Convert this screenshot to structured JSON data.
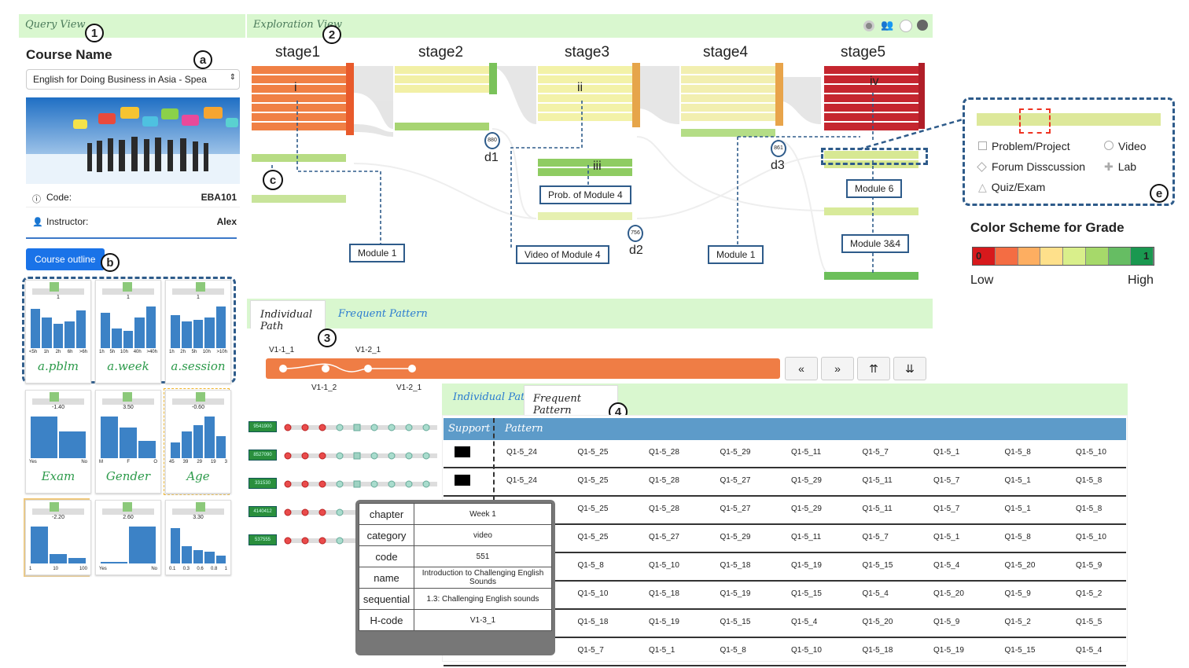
{
  "markers": {
    "n1": "1",
    "n2": "2",
    "n3": "3",
    "n4": "4",
    "a": "a",
    "b": "b",
    "c": "c",
    "e": "e"
  },
  "query_view": {
    "title": "Query View",
    "course_name_label": "Course Name",
    "course_select": "English for Doing Business in Asia - Spea",
    "code_label": "Code:",
    "code_value": "EBA101",
    "instructor_label": "Instructor:",
    "instructor_value": "Alex",
    "outline_button": "Course outline",
    "tiles": [
      {
        "name": "a.pblm",
        "value": "1",
        "ticks": [
          "<5h",
          "1h",
          "2h",
          "6h",
          ">6h"
        ],
        "bars": [
          0.9,
          0.7,
          0.55,
          0.6,
          0.85
        ]
      },
      {
        "name": "a.week",
        "value": "1",
        "ticks": [
          "1h",
          "5h",
          "10h",
          "40h",
          ">40h"
        ],
        "bars": [
          0.8,
          0.45,
          0.4,
          0.7,
          0.95
        ]
      },
      {
        "name": "a.session",
        "value": "1",
        "ticks": [
          "1h",
          "2h",
          "5h",
          "10h",
          ">10h"
        ],
        "bars": [
          0.75,
          0.6,
          0.65,
          0.7,
          0.95
        ]
      },
      {
        "name": "Exam",
        "value": "-1.40",
        "ticks": [
          "Yes",
          "No"
        ],
        "bars": [
          0.95,
          0.6
        ]
      },
      {
        "name": "Gender",
        "value": "3.50",
        "ticks": [
          "M",
          "F",
          "O"
        ],
        "bars": [
          0.95,
          0.7,
          0.4
        ]
      },
      {
        "name": "Age",
        "value": "-0.60",
        "ticks": [
          "45",
          "39",
          "29",
          "19",
          "3"
        ],
        "bars": [
          0.35,
          0.6,
          0.75,
          0.95,
          0.5
        ]
      },
      {
        "name": "",
        "value": "-2.20",
        "ticks": [
          "1",
          "10",
          "100"
        ],
        "bars": [
          0.95,
          0.25,
          0.15
        ]
      },
      {
        "name": "",
        "value": "2.60",
        "ticks": [
          "Yes",
          "No"
        ],
        "bars": [
          0.05,
          0.95
        ]
      },
      {
        "name": "",
        "value": "3.30",
        "ticks": [
          "0.1",
          "0.3",
          "0.6",
          "0.8",
          "1"
        ],
        "bars": [
          0.9,
          0.45,
          0.35,
          0.3,
          0.2
        ]
      }
    ]
  },
  "exploration_view": {
    "title": "Exploration View",
    "stages": [
      "stage1",
      "stage2",
      "stage3",
      "stage4",
      "stage5"
    ],
    "roman": [
      "i",
      "ii",
      "iii",
      "iv"
    ],
    "labels": [
      "Module 1",
      "Prob. of Module 4",
      "Video of Module 4",
      "Module 1",
      "Module 6",
      "Module 3&4"
    ],
    "drops": [
      {
        "n": "880",
        "d": "d1"
      },
      {
        "n": "756",
        "d": "d2"
      },
      {
        "n": "861",
        "d": "d3"
      }
    ]
  },
  "legend": {
    "items": [
      "Problem/Project",
      "Video",
      "Forum Disscussion",
      "Lab",
      "Quiz/Exam"
    ],
    "title": "Color Scheme for Grade",
    "low_val": "0",
    "high_val": "1",
    "low": "Low",
    "high": "High",
    "colors": [
      "#d7191c",
      "#f46d43",
      "#fdae61",
      "#fee08b",
      "#d9ef8b",
      "#a6d96a",
      "#66bd63",
      "#1a9850"
    ]
  },
  "path_view": {
    "tabs": [
      "Individual Path",
      "Frequent Pattern"
    ],
    "nodes_top": [
      "V1-1_1",
      "V1-2_1"
    ],
    "nodes_bottom": [
      "V1-1_2",
      "V1-2_1"
    ],
    "buttons": [
      "«",
      "»",
      "⇈",
      "⇊"
    ],
    "students": [
      "9541900",
      "8527090",
      "331530",
      "4140412",
      "537555"
    ]
  },
  "pattern_view": {
    "tabs": [
      "Individual Path",
      "Frequent Pattern"
    ],
    "headers": [
      "Support",
      "Pattern"
    ],
    "rows": [
      [
        "Q1-5_24",
        "Q1-5_25",
        "Q1-5_28",
        "Q1-5_29",
        "Q1-5_11",
        "Q1-5_7",
        "Q1-5_1",
        "Q1-5_8",
        "Q1-5_10"
      ],
      [
        "Q1-5_24",
        "Q1-5_25",
        "Q1-5_28",
        "Q1-5_27",
        "Q1-5_29",
        "Q1-5_11",
        "Q1-5_7",
        "Q1-5_1",
        "Q1-5_8"
      ],
      [
        "",
        "Q1-5_25",
        "Q1-5_28",
        "Q1-5_27",
        "Q1-5_29",
        "Q1-5_11",
        "Q1-5_7",
        "Q1-5_1",
        "Q1-5_8"
      ],
      [
        "",
        "Q1-5_25",
        "Q1-5_27",
        "Q1-5_29",
        "Q1-5_11",
        "Q1-5_7",
        "Q1-5_1",
        "Q1-5_8",
        "Q1-5_10"
      ],
      [
        "",
        "Q1-5_8",
        "Q1-5_10",
        "Q1-5_18",
        "Q1-5_19",
        "Q1-5_15",
        "Q1-5_4",
        "Q1-5_20",
        "Q1-5_9"
      ],
      [
        "",
        "Q1-5_10",
        "Q1-5_18",
        "Q1-5_19",
        "Q1-5_15",
        "Q1-5_4",
        "Q1-5_20",
        "Q1-5_9",
        "Q1-5_2"
      ],
      [
        "",
        "Q1-5_18",
        "Q1-5_19",
        "Q1-5_15",
        "Q1-5_4",
        "Q1-5_20",
        "Q1-5_9",
        "Q1-5_2",
        "Q1-5_5"
      ],
      [
        "",
        "Q1-5_7",
        "Q1-5_1",
        "Q1-5_8",
        "Q1-5_10",
        "Q1-5_18",
        "Q1-5_19",
        "Q1-5_15",
        "Q1-5_4"
      ]
    ]
  },
  "tooltip": {
    "rows": [
      {
        "k": "chapter",
        "v": "Week 1"
      },
      {
        "k": "category",
        "v": "video"
      },
      {
        "k": "code",
        "v": "551"
      },
      {
        "k": "name",
        "v": "Introduction to Challenging English Sounds"
      },
      {
        "k": "sequential",
        "v": "1.3: Challenging English sounds"
      },
      {
        "k": "H-code",
        "v": "V1-3_1"
      }
    ]
  }
}
